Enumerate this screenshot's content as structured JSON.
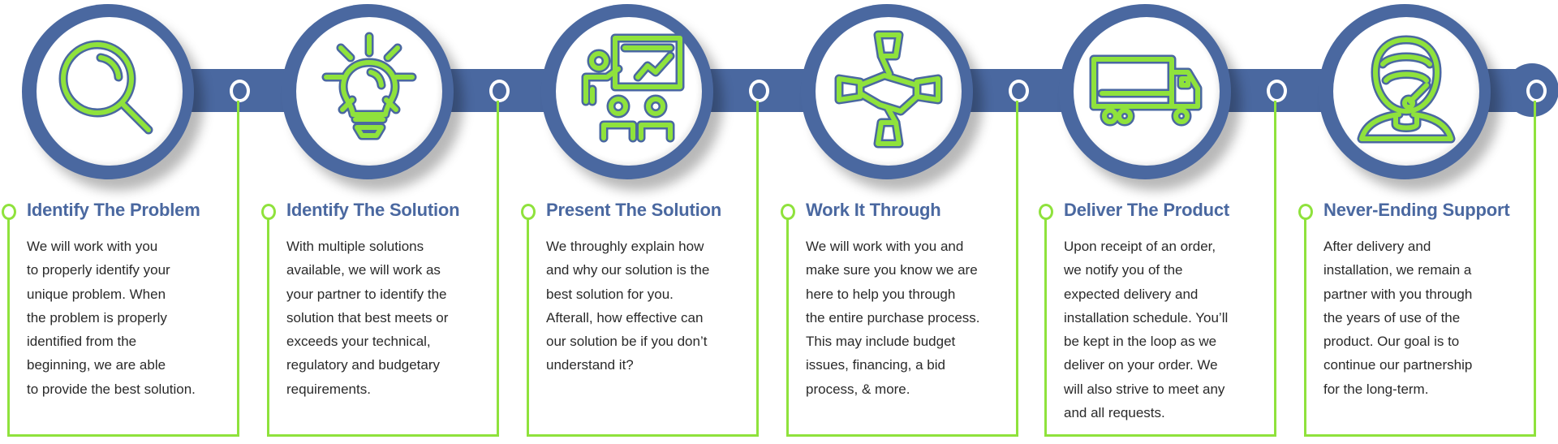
{
  "colors": {
    "blue": "#4a68a0",
    "green": "#8fe23c",
    "text": "#2a2a2a"
  },
  "steps": [
    {
      "icon": "magnifier-icon",
      "title": "Identify The Problem",
      "lines": [
        "We will work with you",
        "to properly identify your",
        "unique problem. When",
        "the problem is properly",
        "identified from the",
        "beginning, we are able",
        "to provide the best solution."
      ]
    },
    {
      "icon": "lightbulb-icon",
      "title": "Identify The Solution",
      "lines": [
        "With multiple solutions",
        "available, we will work as",
        "your partner to identify the",
        "solution that best meets or",
        "exceeds your technical,",
        "regulatory and budgetary",
        "requirements."
      ]
    },
    {
      "icon": "presentation-icon",
      "title": "Present The Solution",
      "lines": [
        "We throughly explain how",
        "and why our solution is the",
        "best solution for you.",
        "Afterall, how effective can",
        "our solution be if you don’t",
        "understand it?"
      ]
    },
    {
      "icon": "handshake-icon",
      "title": "Work It Through",
      "lines": [
        "We will work with you and",
        "make sure you know we are",
        "here to help you through",
        "the entire purchase process.",
        "This may include budget",
        "issues, financing, a bid",
        "process, & more."
      ]
    },
    {
      "icon": "truck-icon",
      "title": "Deliver The Product",
      "lines": [
        "Upon receipt of an order,",
        "we notify you of the",
        "expected delivery and",
        "installation schedule. You’ll",
        "be kept in the loop as we",
        "deliver on your order. We",
        "will also strive to meet any",
        "and all requests."
      ]
    },
    {
      "icon": "support-agent-icon",
      "title": "Never-Ending Support",
      "lines": [
        "After delivery and",
        "installation, we remain a",
        "partner with you through",
        "the years of use of the",
        "product. Our goal is to",
        "continue our partnership",
        "for the long-term."
      ]
    }
  ]
}
